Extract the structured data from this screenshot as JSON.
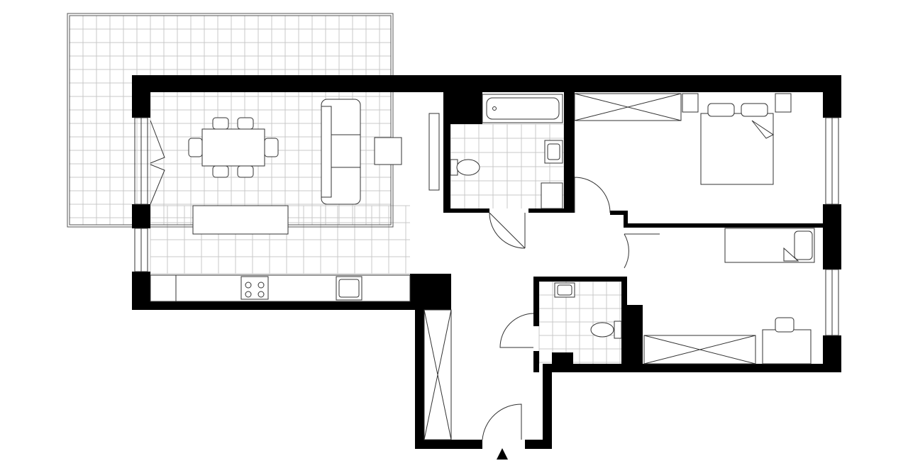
{
  "plan": {
    "colors": {
      "wall": "#000000",
      "line": "#333333",
      "tile": "#c8c8c8",
      "background": "#ffffff"
    },
    "rooms": [
      "terrace",
      "living-dining-kitchen",
      "bathroom",
      "bedroom-main",
      "bedroom-second",
      "wc",
      "hallway"
    ],
    "fixtures": [
      "dining-table",
      "sofa",
      "coffee-table",
      "tv-unit",
      "kitchen-island",
      "kitchen-counter",
      "stove",
      "kitchen-sink",
      "bathtub",
      "toilet",
      "washbasin",
      "washing-machine",
      "double-bed",
      "single-bed",
      "wardrobe",
      "desk"
    ],
    "entrance_marker": "triangle-up"
  }
}
